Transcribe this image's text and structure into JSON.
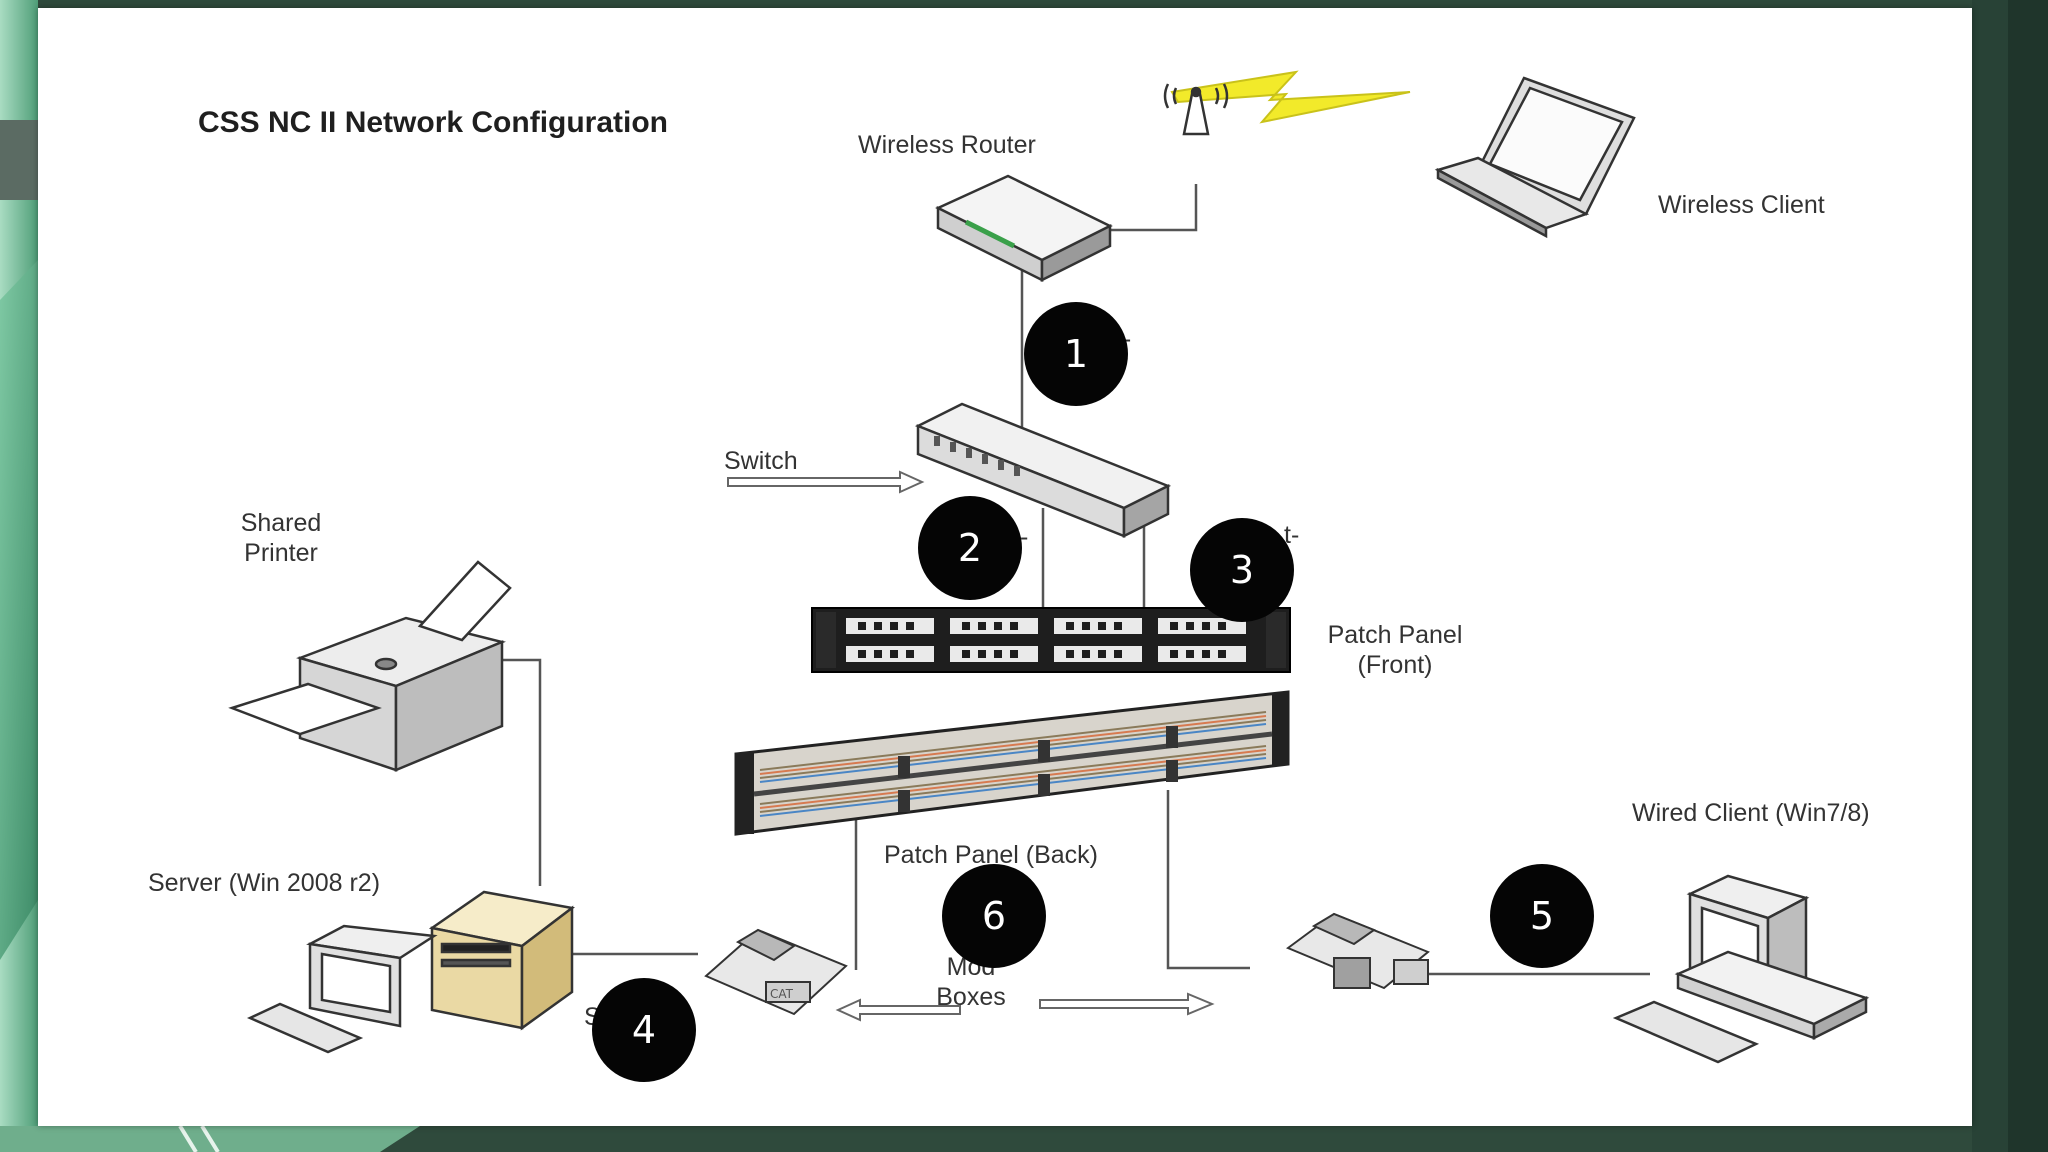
{
  "diagram": {
    "title": "CSS NC II Network Configuration",
    "labels": {
      "wireless_router": "Wireless Router",
      "wireless_client": "Wireless Client",
      "switch": "Switch",
      "shared_printer_line1": "Shared",
      "shared_printer_line2": "Printer",
      "patch_panel_front_line1": "Patch Panel",
      "patch_panel_front_line2": "(Front)",
      "patch_panel_back": "Patch Panel (Back)",
      "wired_client": "Wired Client (Win7/8)",
      "server": "Server (Win 2008 r2)",
      "modular_boxes_line1": "Mod",
      "modular_boxes_line2": "Boxes"
    },
    "partial_labels": {
      "near_badge_1": "nt-",
      "near_badge_2": "-",
      "near_badge_3": "t-",
      "near_badge_4": "S"
    },
    "badges": [
      "1",
      "2",
      "3",
      "4",
      "5",
      "6"
    ]
  },
  "colors": {
    "background": "#2f4a3c",
    "canvas": "#ffffff",
    "badge": "#050505",
    "lightning": "#f2ea2a",
    "line": "#555555"
  },
  "icons": [
    "router-icon",
    "antenna-icon",
    "laptop-icon",
    "switch-icon",
    "printer-icon",
    "patch-panel-front-icon",
    "patch-panel-back-icon",
    "server-icon",
    "desktop-icon",
    "keystone-jack-icon"
  ]
}
